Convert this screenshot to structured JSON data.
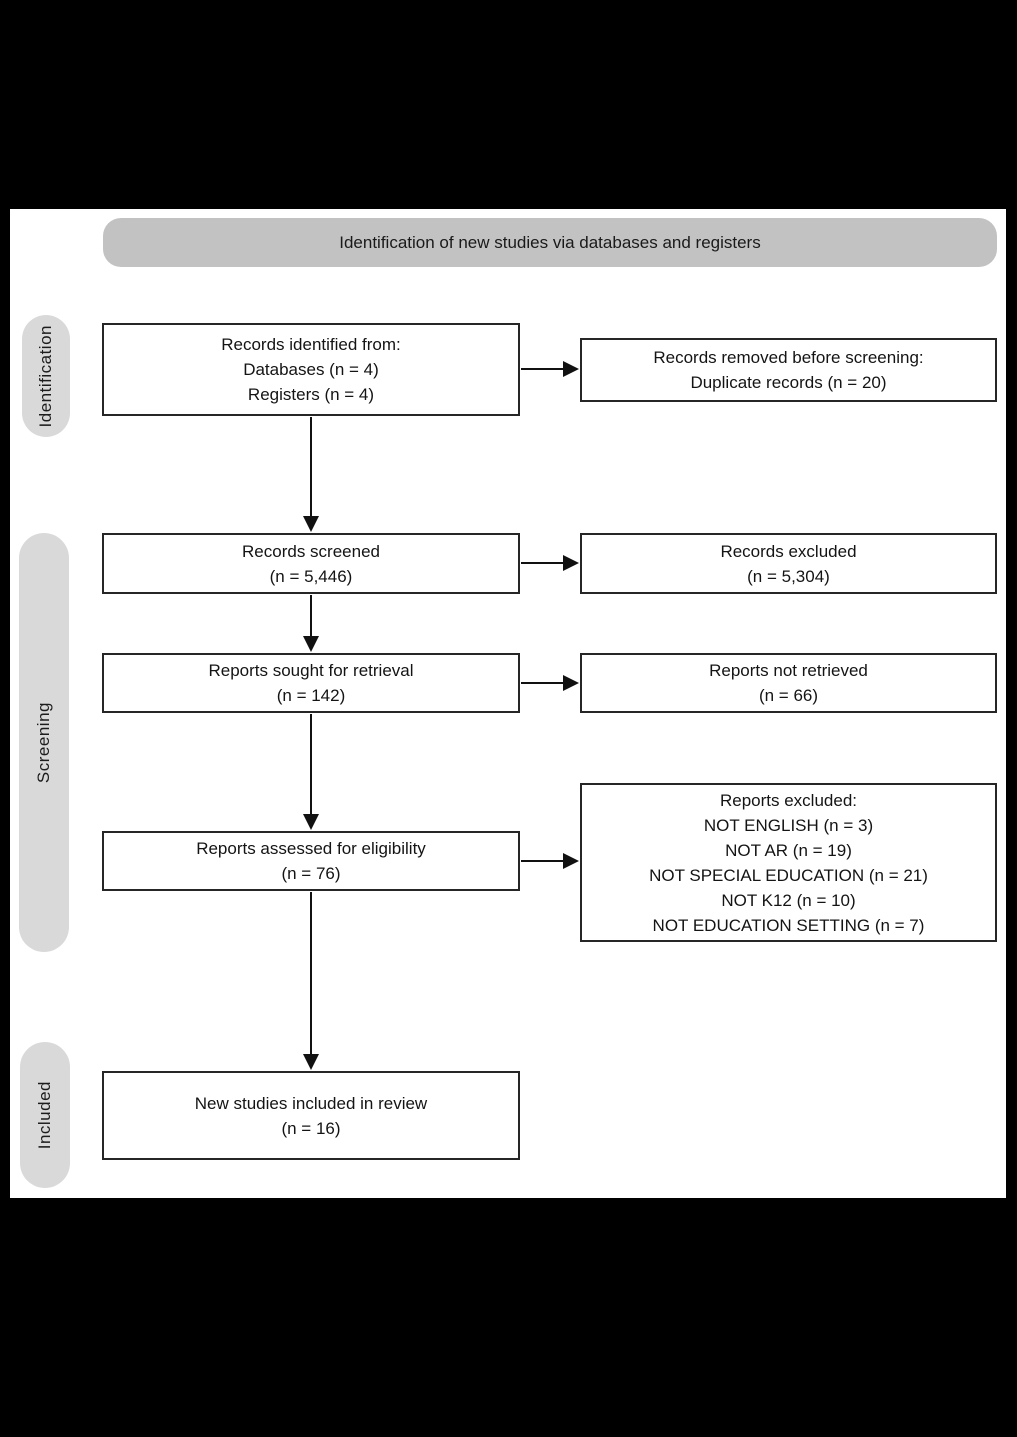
{
  "header": {
    "title": "Identification of new studies via databases and registers"
  },
  "stages": [
    {
      "label": "Identification"
    },
    {
      "label": "Screening"
    },
    {
      "label": "Included"
    }
  ],
  "boxes": {
    "records_identified": {
      "lines": [
        "Records identified from:",
        "Databases (n = 4)",
        "Registers (n = 4)"
      ]
    },
    "records_removed": {
      "lines": [
        "Records removed before screening:",
        "Duplicate records (n = 20)"
      ]
    },
    "records_screened": {
      "lines": [
        "Records screened",
        "(n = 5,446)"
      ]
    },
    "records_excluded": {
      "lines": [
        "Records excluded",
        "(n = 5,304)"
      ]
    },
    "reports_sought": {
      "lines": [
        "Reports sought for retrieval",
        "(n = 142)"
      ]
    },
    "reports_not_retrieved": {
      "lines": [
        "Reports not retrieved",
        "(n = 66)"
      ]
    },
    "reports_assessed": {
      "lines": [
        "Reports assessed for eligibility",
        "(n = 76)"
      ]
    },
    "reports_excluded": {
      "lines": [
        "Reports excluded:",
        "NOT ENGLISH (n = 3)",
        "NOT AR (n = 19)",
        "NOT SPECIAL EDUCATION (n = 21)",
        "NOT K12 (n = 10)",
        "NOT EDUCATION SETTING (n = 7)"
      ]
    },
    "new_studies": {
      "lines": [
        "New studies included in review",
        "(n = 16)"
      ]
    }
  },
  "colors": {
    "background": "#000000",
    "canvas": "#ffffff",
    "band": "#c2c2c2",
    "pill": "#d9d9d9",
    "border": "#262626"
  }
}
